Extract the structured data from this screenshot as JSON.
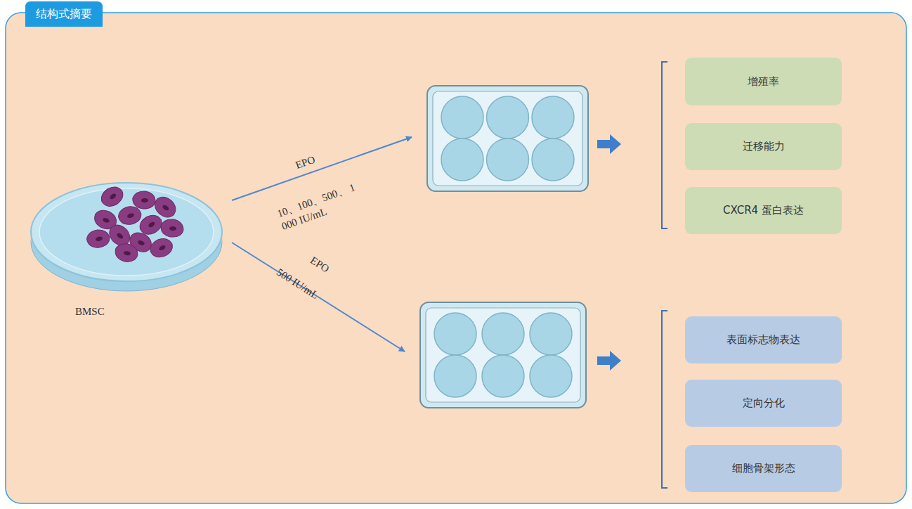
{
  "diagram": {
    "title": "结构式摘要",
    "nodes": [
      {
        "text": [
          "BMSC"
        ]
      },
      {
        "text": []
      },
      {
        "text": [
          "增殖率"
        ]
      },
      {
        "text": [
          "迁移能力"
        ]
      },
      {
        "text": [
          "CXCR4 蛋白表达"
        ]
      },
      {
        "text": []
      },
      {
        "text": [
          "表面标志物表达"
        ]
      },
      {
        "text": [
          "定向分化"
        ]
      },
      {
        "text": [
          "细胞骨架形态"
        ]
      }
    ],
    "edges": [
      {
        "from": 0,
        "to": 1,
        "arrow": "to",
        "label": "EPO"
      },
      {
        "from": 0,
        "to": 5,
        "arrow": "to",
        "label": "EPO"
      }
    ],
    "labels": [
      "10、100、500、 1 000 IU/mL",
      "500 IU/mL"
    ]
  }
}
